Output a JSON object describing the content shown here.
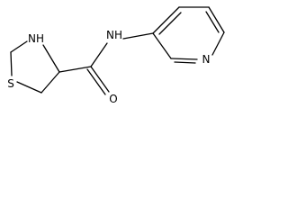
{
  "structure": {
    "atoms": [
      {
        "symbol": "S"
      },
      {
        "symbol": "NH"
      },
      {
        "symbol": "NH"
      },
      {
        "symbol": "O"
      },
      {
        "symbol": "N"
      }
    ],
    "bond_color": "#000000"
  }
}
